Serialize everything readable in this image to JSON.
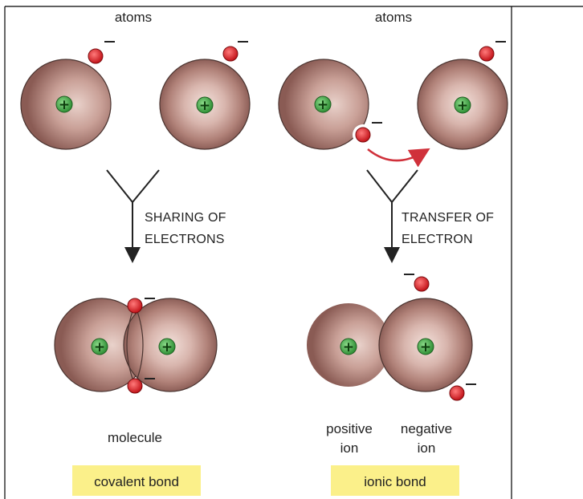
{
  "covalent": {
    "atoms_label": "atoms",
    "process_line1": "SHARING OF",
    "process_line2": "ELECTRONS",
    "result_label": "molecule",
    "bond_label": "covalent bond"
  },
  "ionic": {
    "atoms_label": "atoms",
    "process_line1": "TRANSFER OF",
    "process_line2": "ELECTRON",
    "positive_line1": "positive",
    "positive_line2": "ion",
    "negative_line1": "negative",
    "negative_line2": "ion",
    "bond_label": "ionic bond"
  },
  "symbols": {
    "plus": "+"
  },
  "colors": {
    "atom_edge": "#8a5a55",
    "atom_center": "#f1dcd6",
    "nucleus": "#4caf50",
    "electron": "#e53935",
    "arrow_red": "#d0313b",
    "label_box": "#fbf08a"
  }
}
